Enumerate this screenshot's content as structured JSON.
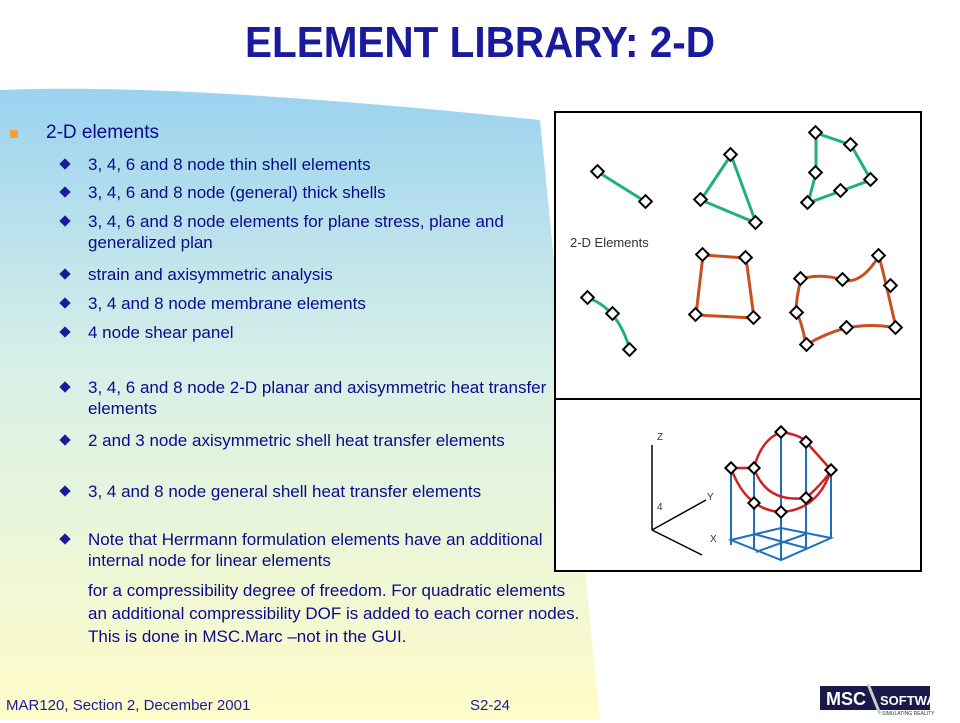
{
  "title": "ELEMENT LIBRARY: 2-D",
  "bullet_main": "2-D elements",
  "items": [
    "3, 4, 6 and 8 node thin shell elements",
    "3, 4, 6 and 8 node (general) thick shells",
    "3, 4, 6 and 8 node elements for plane stress, plane and generalized plan",
    "strain and axisymmetric analysis",
    "3, 4 and 8 node membrane elements",
    "4 node shear panel",
    "3, 4, 6 and 8 node 2-D planar and axisymmetric heat transfer elements",
    "2 and 3 node axisymmetric shell heat transfer elements",
    "3, 4 and 8 node general shell heat transfer elements",
    "Note that Herrmann formulation elements have an additional internal node for linear elements"
  ],
  "continuation": "for a compressibility degree of freedom.  For quadratic elements an additional compressibility DOF is added to each corner nodes.  This is done in MSC.Marc –not in the GUI.",
  "figure_top_label": "2-D Elements",
  "axes": {
    "z": "Z",
    "y": "Y",
    "x": "X",
    "four": "4"
  },
  "footer_left": "MAR120, Section 2, December 2001",
  "footer_mid": "S2-24",
  "logo": {
    "msc": "MSC",
    "software": "SOFTWARE",
    "tagline": "SIMULATING REALITY"
  },
  "colors": {
    "title": "#1a1a9c",
    "text": "#0a0a8a",
    "green_elements": "#22b07a",
    "brown_elements": "#c85020",
    "blue_mesh": "#1f6fc0",
    "red_curve": "#d02020"
  }
}
